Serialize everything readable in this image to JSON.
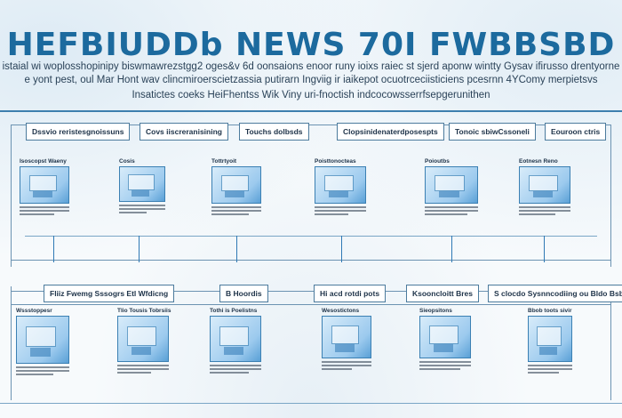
{
  "title": "HEFBIUDDb NEWS 70I FWBBSBD",
  "subtitle_lines": [
    "istaial wi woplosshopinipy biswmawrezstgg2 oges&v 6d oonsaions enoor runy ioixs  raiec  st sjerd aponw wintty Gysav ifirusso drentyorne",
    "e yont pest, oul Mar Hont wav clincmiroerscietzassia putirarn Ingviig ir iaikepot ocuotrceciisticiens pcesrnn 4YComy merpietsvs",
    "Insatictes coeks HeiFhentss                          Wik                      Viny uri-fnoctish indcocowsserrfsepgerunithen"
  ],
  "row1_headers": [
    "Dssvio reristesgnoissuns",
    "Covs iiscreranisining",
    "Touchs dolbsds",
    "Clopsinidenaterdposespts",
    "Tonoic sbiwCssoneli",
    "Eouroon ctris"
  ],
  "row2_headers": [
    "Fliiz Fwemg Sssogrs Etl Wfdicng",
    "B Hoordis",
    "Hi acd rotdi pots",
    "Ksooncloitt Bres",
    "S clocdo Sysnncodiing ou Bldo Bsbu"
  ],
  "row1_caps": [
    "Isoscopst Waeny",
    "Cosis",
    "Tottrtyoit",
    "Poisttonocteas",
    "Poioutbs",
    "Eotnesn Reno"
  ],
  "row2_caps": [
    "Wssstoppesr",
    "Tlio Tousis Tobrsiis",
    "Tothi is Poelistns",
    "Wesostictons",
    "Sieopsitons",
    "Bbob toots sivir"
  ]
}
